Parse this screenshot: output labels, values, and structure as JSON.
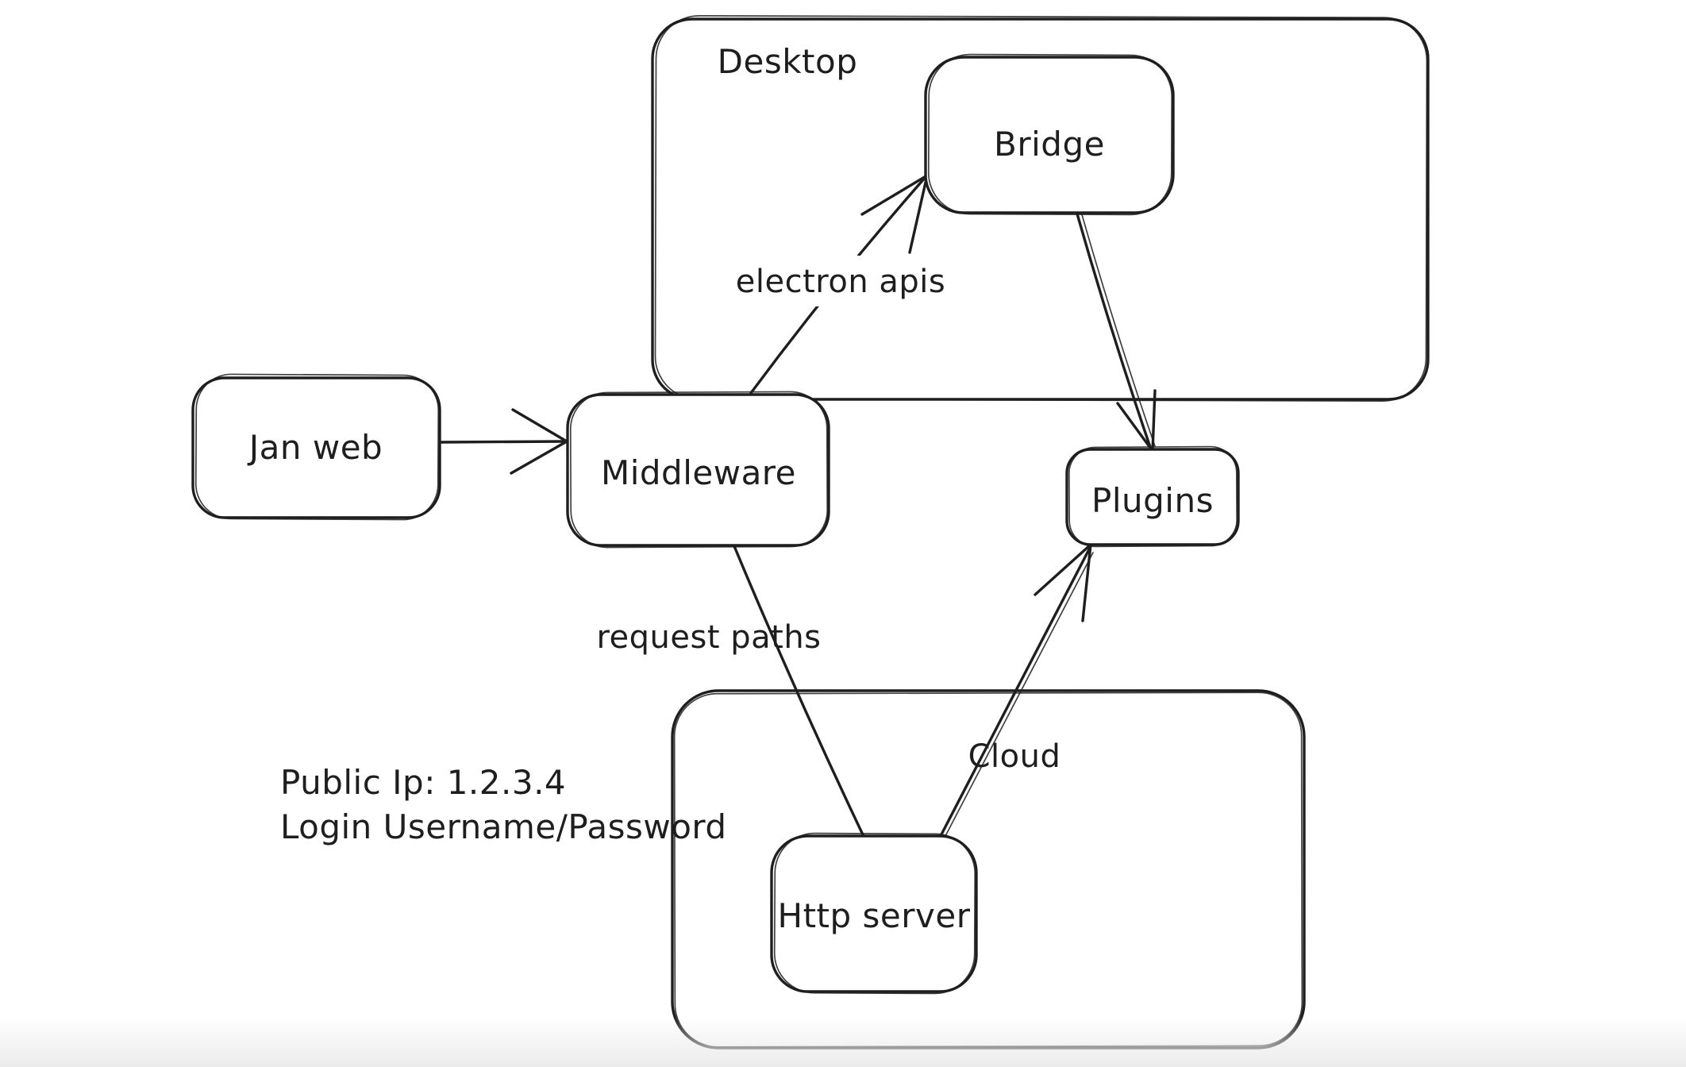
{
  "canvas": {
    "background": "#ffffff",
    "stroke_color": "#1e1e1e"
  },
  "diagram": {
    "containers": [
      {
        "id": "desktop",
        "label": "Desktop"
      },
      {
        "id": "cloud",
        "label": "Cloud"
      }
    ],
    "nodes": [
      {
        "id": "jan-web",
        "label": "Jan web"
      },
      {
        "id": "middleware",
        "label": "Middleware"
      },
      {
        "id": "bridge",
        "label": "Bridge"
      },
      {
        "id": "plugins",
        "label": "Plugins"
      },
      {
        "id": "http-server",
        "label": "Http server"
      }
    ],
    "edges": [
      {
        "from": "jan-web",
        "to": "middleware",
        "label": "",
        "arrowhead": "end"
      },
      {
        "from": "middleware",
        "to": "bridge",
        "label": "electron apis",
        "arrowhead": "end"
      },
      {
        "from": "bridge",
        "to": "plugins",
        "label": "",
        "arrowhead": "end"
      },
      {
        "from": "middleware",
        "to": "http-server",
        "label": "request paths",
        "arrowhead": "none"
      },
      {
        "from": "http-server",
        "to": "plugins",
        "label": "",
        "arrowhead": "end"
      }
    ],
    "annotations": [
      {
        "text": "Public Ip: 1.2.3.4"
      },
      {
        "text": "Login Username/Password"
      }
    ]
  }
}
